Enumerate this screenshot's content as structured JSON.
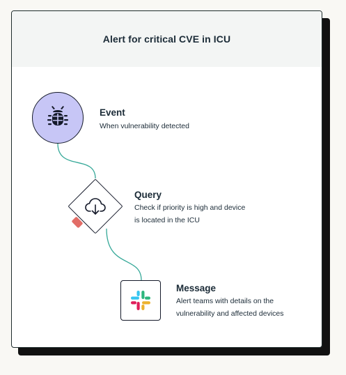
{
  "card": {
    "title": "Alert for critical CVE in ICU"
  },
  "steps": [
    {
      "title": "Event",
      "description": "When vulnerability detected",
      "icon": "bug-icon",
      "color": "#c7c6f6"
    },
    {
      "title": "Query",
      "description_lines": [
        "Check if priority is high and device",
        "is located in the ICU"
      ],
      "icon": "cloud-download-icon",
      "error_indicator_color": "#e26d67"
    },
    {
      "title": "Message",
      "description_lines": [
        "Alert teams with details on the",
        "vulnerability and affected devices"
      ],
      "icon": "slack-icon"
    }
  ],
  "colors": {
    "connector": "#35a898",
    "card_header": "#f3f5f4",
    "text": "#1b2b37",
    "slack_blue": "#36c5f0",
    "slack_green": "#2eb67d",
    "slack_yellow": "#ecb22e",
    "slack_red": "#e01e5a"
  }
}
